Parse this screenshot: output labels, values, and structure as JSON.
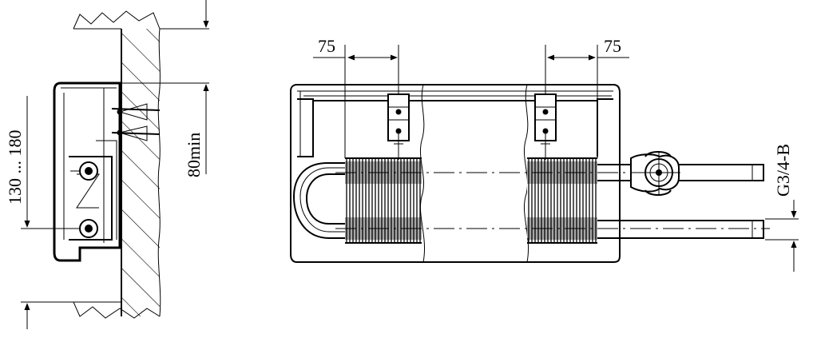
{
  "side_view": {
    "wall_clearance_label": "80min",
    "height_range_label": "130 ... 180"
  },
  "front_view": {
    "left_bracket_dim": "75",
    "right_bracket_dim": "75",
    "thread_label": "G3/4-B"
  }
}
